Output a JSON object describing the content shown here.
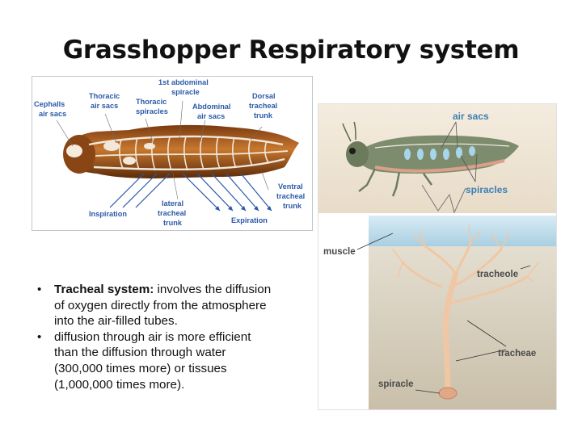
{
  "slide": {
    "title": "Grasshopper Respiratory system"
  },
  "left_diagram": {
    "labels": {
      "cephalls_air_sacs_1": "Cephalls",
      "cephalls_air_sacs_2": "air sacs",
      "thoracic_air_sacs_1": "Thoracic",
      "thoracic_air_sacs_2": "air sacs",
      "thoracic_spiracles_1": "Thoracic",
      "thoracic_spiracles_2": "spiracles",
      "first_abdominal_spiracle_1": "1st abdominal",
      "first_abdominal_spiracle_2": "spiracle",
      "abdominal_air_sacs_1": "Abdominal",
      "abdominal_air_sacs_2": "air sacs",
      "dorsal_tracheal_trunk_1": "Dorsal",
      "dorsal_tracheal_trunk_2": "tracheal",
      "dorsal_tracheal_trunk_3": "trunk",
      "ventral_tracheal_trunk_1": "Ventral",
      "ventral_tracheal_trunk_2": "tracheal",
      "ventral_tracheal_trunk_3": "trunk",
      "lateral_tracheal_trunk_1": "lateral",
      "lateral_tracheal_trunk_2": "tracheal",
      "lateral_tracheal_trunk_3": "trunk",
      "inspiration": "Inspiration",
      "expiration": "Expiration"
    },
    "colors": {
      "label": "#2b5aa8",
      "body": "#b86a2a",
      "body_dark": "#6b3510"
    }
  },
  "right_diagram": {
    "labels": {
      "air_sacs": "air sacs",
      "spiracles": "spiracles",
      "muscle": "muscle",
      "tracheole": "tracheole",
      "tracheae": "tracheae",
      "spiracle": "spiracle"
    },
    "colors": {
      "insect": "#7d8a6a",
      "muscle": "#bcd7e6",
      "trachea": "#f2c8a2"
    }
  },
  "bullets": [
    {
      "bold": "Tracheal system:",
      "line1": " involves the diffusion",
      "line2": "of oxygen directly from the atmosphere",
      "line3": "into the air-filled tubes."
    },
    {
      "line1": "diffusion through air is more efficient",
      "line2": "than the diffusion through water",
      "line3": "(300,000 times more) or tissues",
      "line4": "(1,000,000 times more)."
    }
  ]
}
